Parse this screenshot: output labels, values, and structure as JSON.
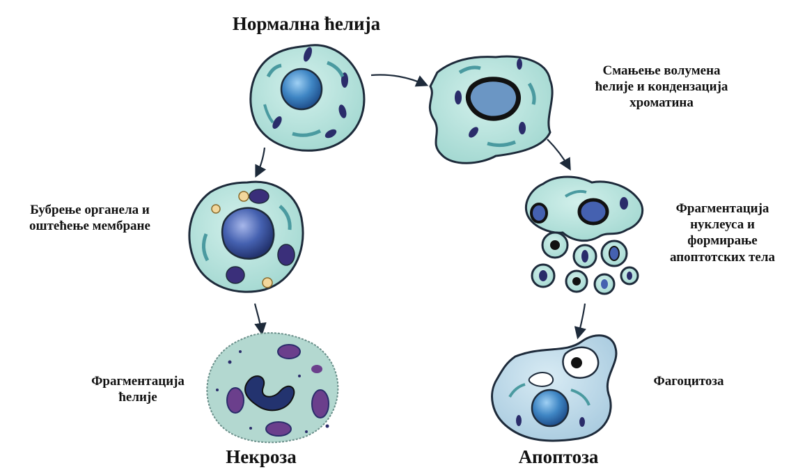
{
  "title": "Нормална ћелија",
  "steps": {
    "apoptosis_1": "Смањење волумена\nћелије и кондензација\nхроматина",
    "apoptosis_2": "Фрагментација\nнуклеуса и\nформирање\nапоптотских тела",
    "apoptosis_3": "Фагоцитоза",
    "necrosis_1": "Бубрење органела и\nоштећење мембране",
    "necrosis_2": "Фрагментација\nћелије"
  },
  "outcomes": {
    "necrosis": "Некроза",
    "apoptosis": "Апоптоза"
  },
  "colors": {
    "cytoplasm": "#b6e3dd",
    "cytoplasm_late": "#b9d6e6",
    "nucleus": "#3f86c4",
    "organelle_dark": "#2a2c6a",
    "mitochondria": "#4a9aa0",
    "outline": "#1d2a3a",
    "text": "#111111"
  }
}
